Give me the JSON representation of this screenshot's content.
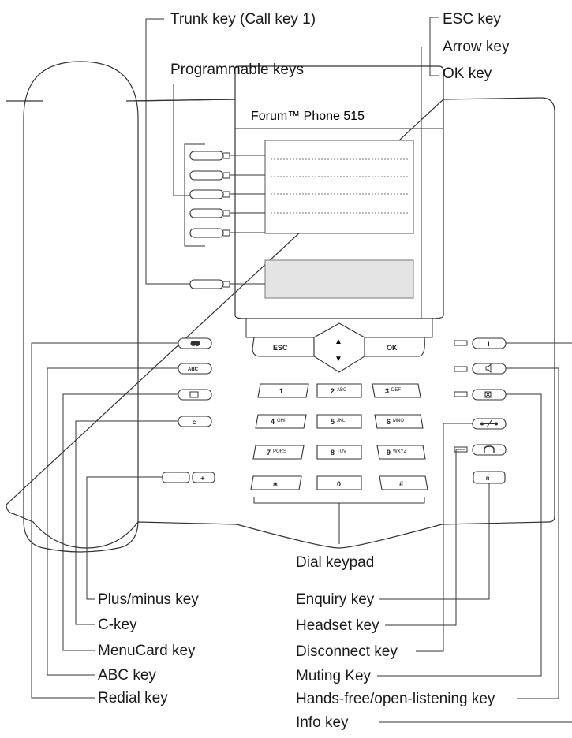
{
  "phone": {
    "model_label": "Forum™ Phone 515",
    "nav_keys": {
      "esc": "ESC",
      "ok": "OK",
      "up_arrow": "▲",
      "down_arrow": "▼"
    }
  },
  "keypad": [
    {
      "digit": "1",
      "letters": ""
    },
    {
      "digit": "2",
      "letters": "ABC"
    },
    {
      "digit": "3",
      "letters": "DEF"
    },
    {
      "digit": "4",
      "letters": "GHI"
    },
    {
      "digit": "5",
      "letters": "JKL"
    },
    {
      "digit": "6",
      "letters": "MNO"
    },
    {
      "digit": "7",
      "letters": "PQRS"
    },
    {
      "digit": "8",
      "letters": "TUV"
    },
    {
      "digit": "9",
      "letters": "WXYZ"
    },
    {
      "digit": "∗",
      "letters": ""
    },
    {
      "digit": "0",
      "letters": ""
    },
    {
      "digit": "#",
      "letters": ""
    }
  ],
  "left_keys": {
    "abc": "ABC",
    "c": "C",
    "minus": "–",
    "plus": "+"
  },
  "right_keys": {
    "info": "i",
    "recall": "R"
  },
  "callouts": {
    "trunk_key": "Trunk key (Call key 1)",
    "programmable_keys": "Programmable keys",
    "esc_key": "ESC key",
    "arrow_key": "Arrow key",
    "ok_key": "OK key",
    "dial_keypad": "Dial keypad",
    "plus_minus_key": "Plus/minus key",
    "c_key": "C-key",
    "menucard_key": "MenuCard key",
    "abc_key": "ABC key",
    "redial_key": "Redial key",
    "enquiry_key": "Enquiry key",
    "headset_key": "Headset key",
    "disconnect_key": "Disconnect key",
    "muting_key": "Muting Key",
    "handsfree_key": "Hands-free/open-listening key",
    "info_key": "Info key"
  }
}
